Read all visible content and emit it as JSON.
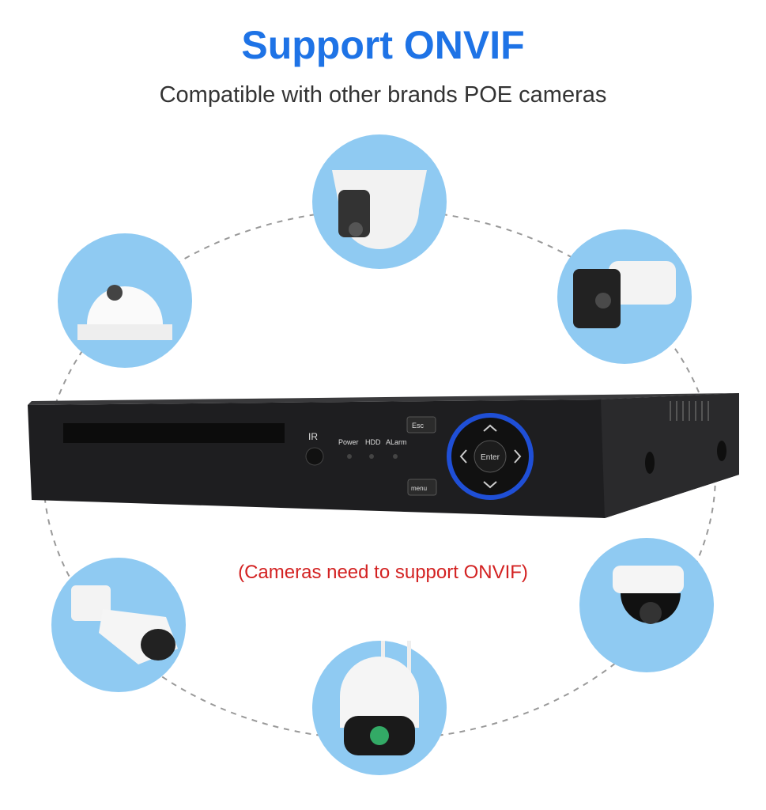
{
  "header": {
    "title": "Support ONVIF",
    "subtitle": "Compatible with other brands POE cameras"
  },
  "note": "(Cameras need to support ONVIF)",
  "nvr": {
    "ir_label": "IR",
    "leds": [
      "Power",
      "HDD",
      "ALarm"
    ],
    "esc_label": "Esc",
    "menu_label": "menu",
    "enter_label": "Enter"
  },
  "cameras": [
    "turret-camera",
    "dome-camera",
    "bullet-camera",
    "bullet-camera-white",
    "vandal-dome-camera",
    "wifi-ptz-camera"
  ],
  "colors": {
    "accent": "#1e73e6",
    "circle": "#8fcaf2",
    "note": "#d32222",
    "ring": "#1f4fd6"
  }
}
